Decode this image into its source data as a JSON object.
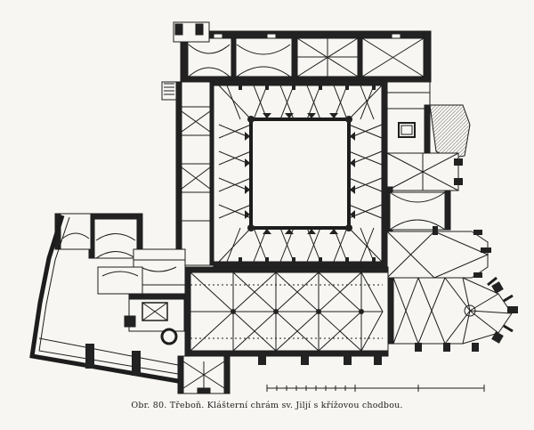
{
  "caption": {
    "prefix": "Obr. 80.",
    "text": "Třeboň. Klášterní chrám sv. Jiljí s křížovou chodbou."
  },
  "plan": {
    "scale_bar_divisions": 9,
    "colors": {
      "ink": "#1d1d1d",
      "wall": "#222222",
      "paper": "#f7f6f2",
      "hatch": "#555555"
    }
  }
}
